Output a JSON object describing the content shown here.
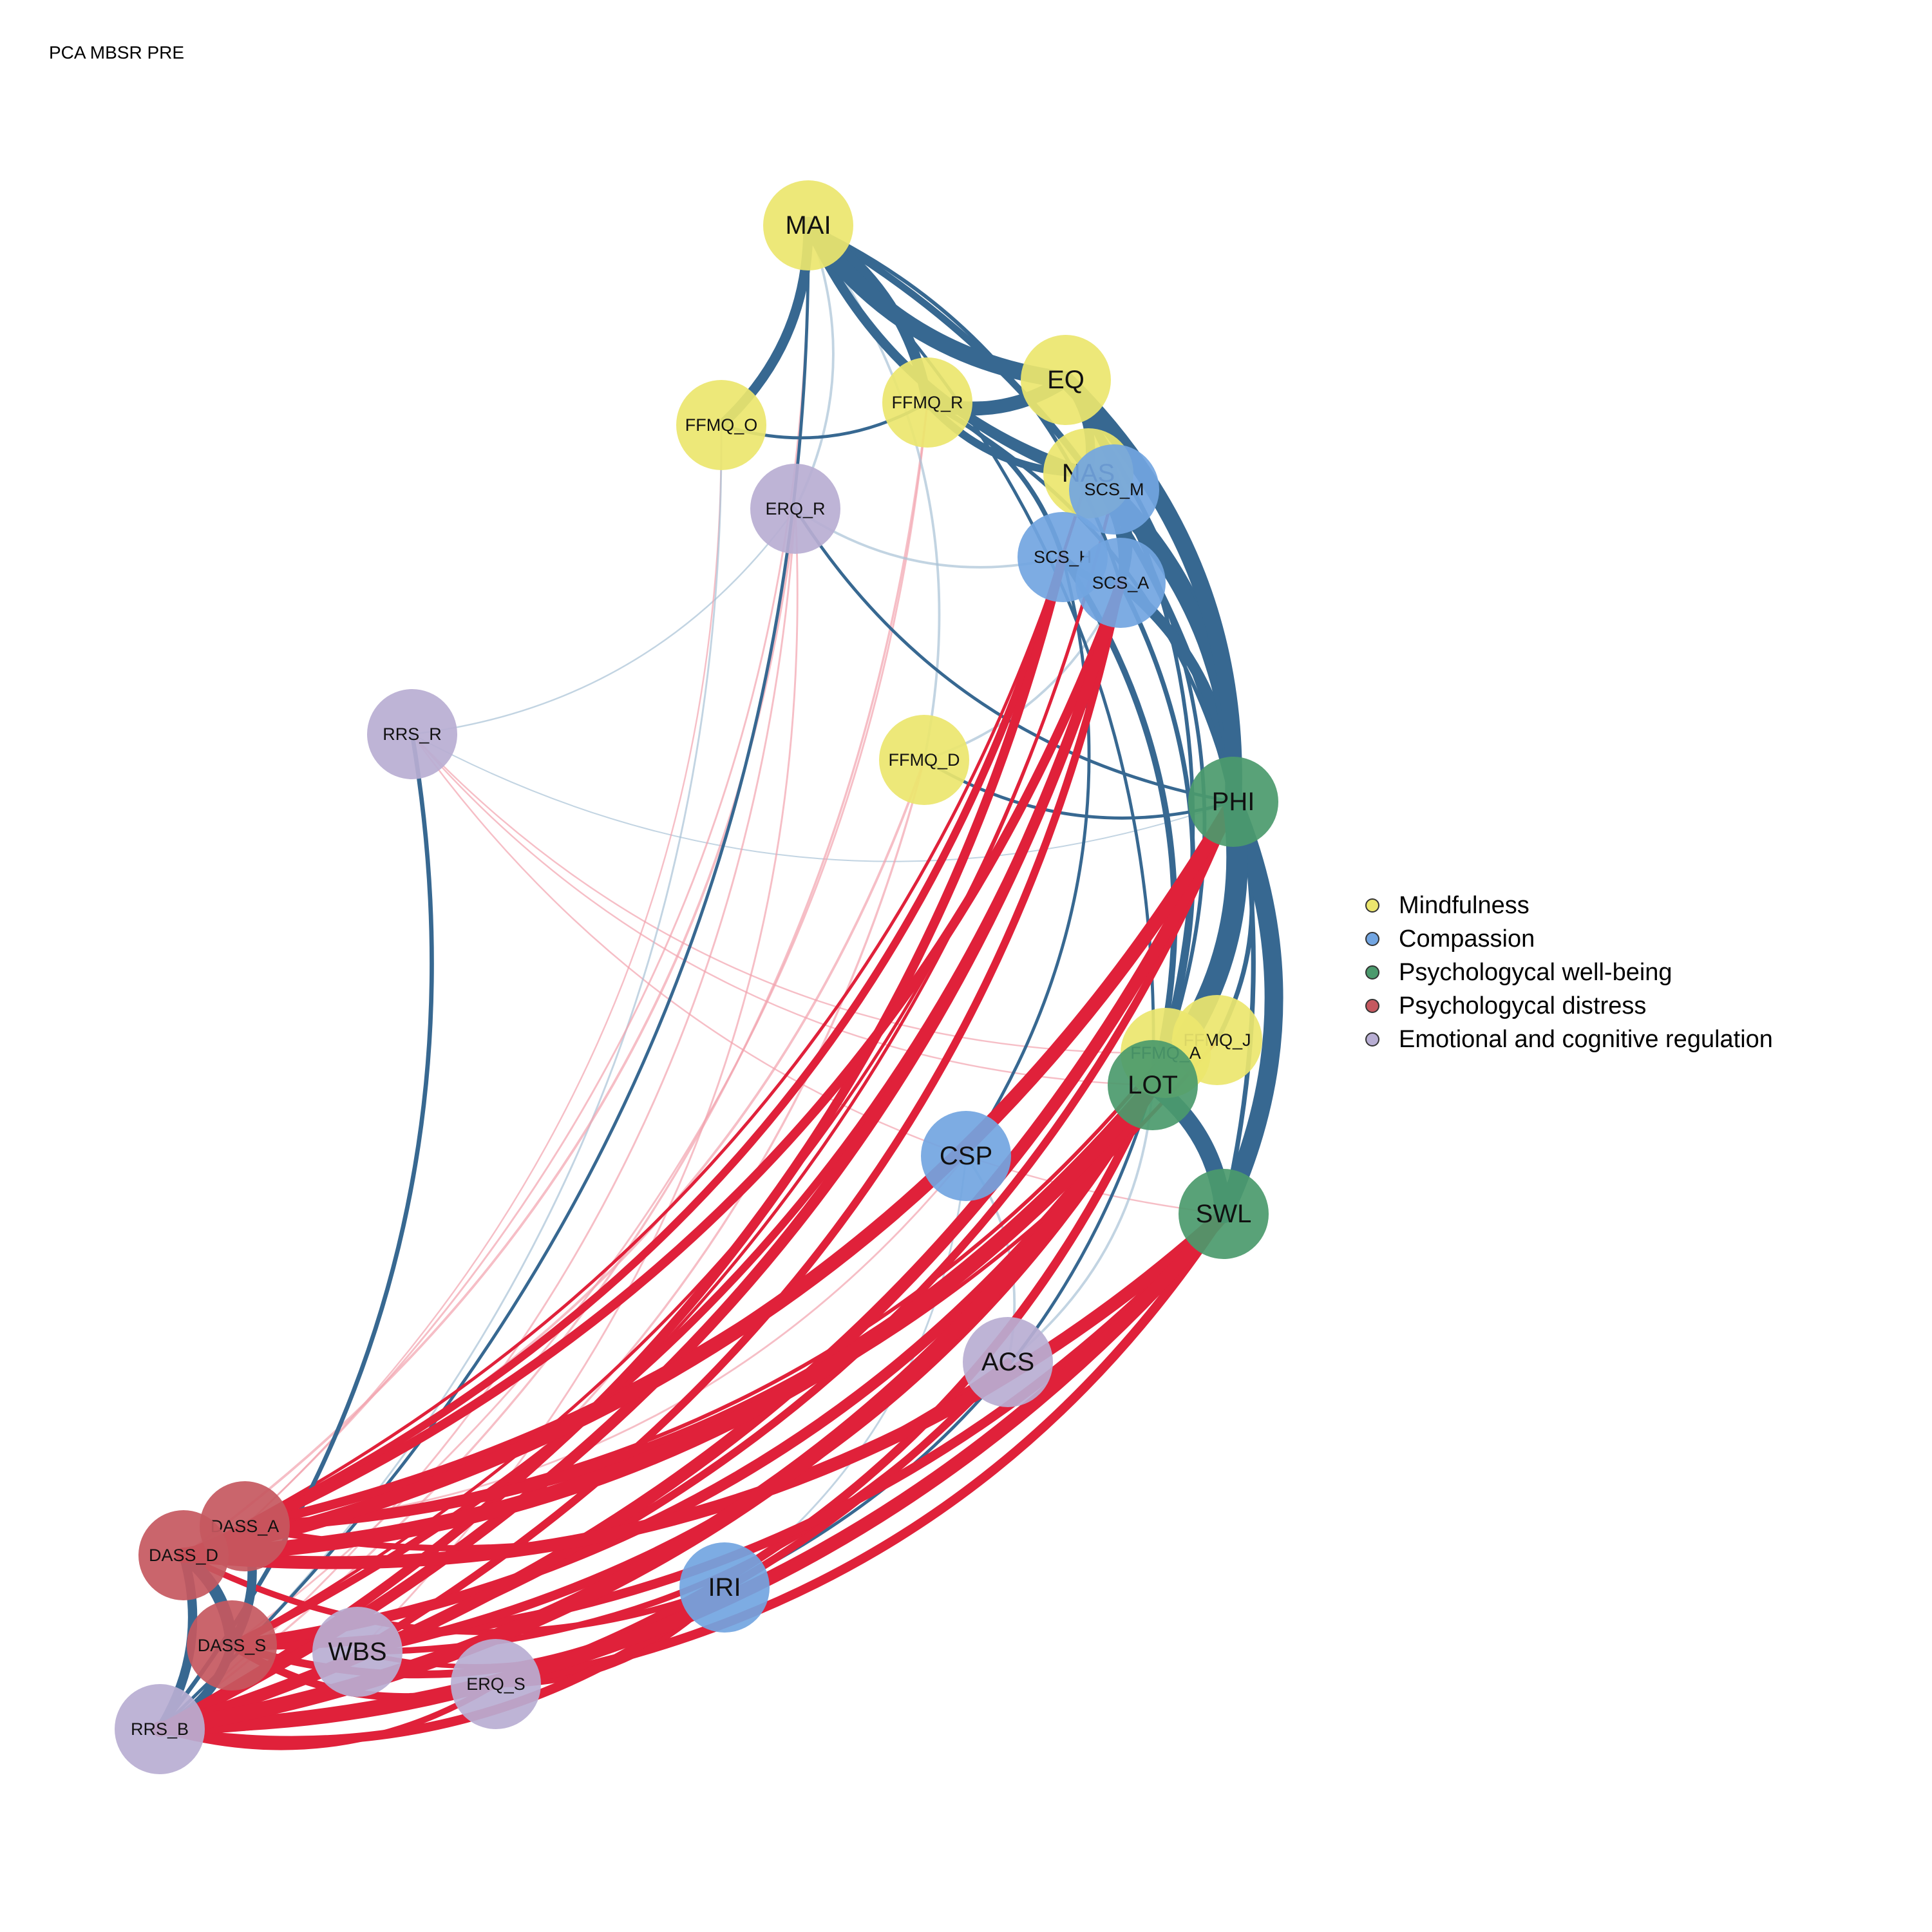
{
  "title": "PCA MBSR PRE",
  "colors": {
    "positive": "#376891",
    "negative": "#e0213a",
    "positive_faint": "#a8c2d6",
    "negative_faint": "#f2a3ae"
  },
  "legend": [
    {
      "label": "Mindfulness",
      "color": "#ece66e"
    },
    {
      "label": "Compassion",
      "color": "#72a5e1"
    },
    {
      "label": "Psychologycal well-being",
      "color": "#4b9a6d"
    },
    {
      "label": "Psychologycal distress",
      "color": "#c5585f"
    },
    {
      "label": "Emotional and cognitive regulation",
      "color": "#b8aed3"
    }
  ],
  "nodes": [
    {
      "id": "MAI",
      "group": 0,
      "big": true
    },
    {
      "id": "EQ",
      "group": 0,
      "big": true
    },
    {
      "id": "FFMQ_R",
      "group": 0,
      "big": false
    },
    {
      "id": "FFMQ_O",
      "group": 0,
      "big": false
    },
    {
      "id": "ERQ_R",
      "group": 4,
      "big": false
    },
    {
      "id": "NAS",
      "group": 0,
      "big": true
    },
    {
      "id": "SCS_M",
      "group": 1,
      "big": false
    },
    {
      "id": "SCS_H",
      "group": 1,
      "big": false
    },
    {
      "id": "SCS_A",
      "group": 1,
      "big": false
    },
    {
      "id": "RRS_R",
      "group": 4,
      "big": false
    },
    {
      "id": "FFMQ_D",
      "group": 0,
      "big": false
    },
    {
      "id": "PHI",
      "group": 2,
      "big": true
    },
    {
      "id": "FFMQ_J",
      "group": 0,
      "big": false
    },
    {
      "id": "FFMQ_A",
      "group": 0,
      "big": false
    },
    {
      "id": "LOT",
      "group": 2,
      "big": true
    },
    {
      "id": "CSP",
      "group": 1,
      "big": true
    },
    {
      "id": "SWL",
      "group": 2,
      "big": true
    },
    {
      "id": "ACS",
      "group": 4,
      "big": true
    },
    {
      "id": "IRI",
      "group": 1,
      "big": true
    },
    {
      "id": "DASS_A",
      "group": 3,
      "big": false
    },
    {
      "id": "DASS_D",
      "group": 3,
      "big": false
    },
    {
      "id": "DASS_S",
      "group": 3,
      "big": false
    },
    {
      "id": "WBS",
      "group": 4,
      "big": true
    },
    {
      "id": "ERQ_S",
      "group": 4,
      "big": false
    },
    {
      "id": "RRS_B",
      "group": 4,
      "big": false
    }
  ],
  "edges": [
    [
      "MAI",
      "EQ",
      0.55
    ],
    [
      "MAI",
      "FFMQ_O",
      0.32
    ],
    [
      "MAI",
      "FFMQ_R",
      0.35
    ],
    [
      "MAI",
      "NAS",
      0.3
    ],
    [
      "MAI",
      "SCS_M",
      0.18
    ],
    [
      "MAI",
      "PHI",
      0.22
    ],
    [
      "MAI",
      "SCS_A",
      0.12
    ],
    [
      "MAI",
      "ERQ_R",
      0.08
    ],
    [
      "MAI",
      "FFMQ_D",
      0.08
    ],
    [
      "MAI",
      "LOT",
      0.1
    ],
    [
      "EQ",
      "FFMQ_R",
      0.45
    ],
    [
      "EQ",
      "PHI",
      0.55
    ],
    [
      "EQ",
      "NAS",
      0.3
    ],
    [
      "EQ",
      "SCS_A",
      0.2
    ],
    [
      "EQ",
      "SWL",
      0.15
    ],
    [
      "EQ",
      "LOT",
      0.12
    ],
    [
      "FFMQ_R",
      "NAS",
      0.25
    ],
    [
      "FFMQ_R",
      "SCS_H",
      0.15
    ],
    [
      "FFMQ_R",
      "FFMQ_O",
      0.1
    ],
    [
      "FFMQ_R",
      "PHI",
      0.12
    ],
    [
      "NAS",
      "PHI",
      0.5
    ],
    [
      "NAS",
      "SCS_A",
      0.2
    ],
    [
      "SCS_M",
      "SCS_A",
      0.3
    ],
    [
      "SCS_H",
      "SCS_A",
      0.25
    ],
    [
      "SCS_M",
      "PHI",
      0.3
    ],
    [
      "SCS_A",
      "PHI",
      0.35
    ],
    [
      "SCS_H",
      "LOT",
      0.2
    ],
    [
      "SCS_A",
      "LOT",
      0.15
    ],
    [
      "SCS_M",
      "FFMQ_A",
      0.12
    ],
    [
      "PHI",
      "LOT",
      0.7
    ],
    [
      "PHI",
      "SWL",
      0.6
    ],
    [
      "LOT",
      "SWL",
      0.55
    ],
    [
      "PHI",
      "FFMQ_J",
      0.15
    ],
    [
      "PHI",
      "FFMQ_A",
      0.15
    ],
    [
      "FFMQ_D",
      "PHI",
      0.1
    ],
    [
      "FFMQ_D",
      "SCS_A",
      0.08
    ],
    [
      "ERQ_R",
      "PHI",
      0.1
    ],
    [
      "ERQ_R",
      "SCS_H",
      0.08
    ],
    [
      "RRS_R",
      "RRS_B",
      0.14
    ],
    [
      "RRS_R",
      "ERQ_R",
      0.05
    ],
    [
      "RRS_R",
      "PHI",
      0.04
    ],
    [
      "DASS_D",
      "DASS_S",
      0.4
    ],
    [
      "DASS_A",
      "DASS_S",
      0.3
    ],
    [
      "DASS_D",
      "RRS_B",
      0.3
    ],
    [
      "DASS_S",
      "RRS_B",
      0.3
    ],
    [
      "DASS_A",
      "DASS_D",
      0.3
    ],
    [
      "CSP",
      "SCS_H",
      0.1
    ],
    [
      "CSP",
      "ACS",
      0.08
    ],
    [
      "IRI",
      "LOT",
      0.1
    ],
    [
      "IRI",
      "CSP",
      0.06
    ],
    [
      "ACS",
      "LOT",
      0.08
    ],
    [
      "MAI",
      "RRS_B",
      0.1
    ],
    [
      "FFMQ_O",
      "RRS_B",
      0.06
    ],
    [
      "RRS_B",
      "SCS_A",
      -0.35
    ],
    [
      "RRS_B",
      "LOT",
      -0.5
    ],
    [
      "RRS_B",
      "SWL",
      -0.45
    ],
    [
      "RRS_B",
      "PHI",
      -0.4
    ],
    [
      "RRS_B",
      "SCS_H",
      -0.3
    ],
    [
      "DASS_D",
      "LOT",
      -0.5
    ],
    [
      "DASS_D",
      "SWL",
      -0.42
    ],
    [
      "DASS_D",
      "PHI",
      -0.45
    ],
    [
      "DASS_D",
      "SCS_A",
      -0.3
    ],
    [
      "DASS_D",
      "IRI",
      -0.2
    ],
    [
      "DASS_A",
      "LOT",
      -0.35
    ],
    [
      "DASS_A",
      "SCS_H",
      -0.25
    ],
    [
      "DASS_A",
      "PHI",
      -0.3
    ],
    [
      "DASS_A",
      "ACS",
      -0.2
    ],
    [
      "DASS_S",
      "LOT",
      -0.35
    ],
    [
      "DASS_S",
      "SWL",
      -0.3
    ],
    [
      "DASS_S",
      "SCS_A",
      -0.25
    ],
    [
      "DASS_S",
      "ERQ_S",
      -0.25
    ],
    [
      "WBS",
      "LOT",
      -0.3
    ],
    [
      "WBS",
      "SCS_A",
      -0.25
    ],
    [
      "WBS",
      "PHI",
      -0.25
    ],
    [
      "WBS",
      "ACS",
      -0.2
    ],
    [
      "ERQ_S",
      "SWL",
      -0.3
    ],
    [
      "ERQ_S",
      "LOT",
      -0.28
    ],
    [
      "ERQ_S",
      "IRI",
      -0.2
    ],
    [
      "IRI",
      "WBS",
      -0.15
    ],
    [
      "RRS_B",
      "IRI",
      -0.3
    ],
    [
      "RRS_B",
      "ERQ_S",
      -0.2
    ],
    [
      "DASS_S",
      "IRI",
      -0.25
    ],
    [
      "RRS_B",
      "ACS",
      -0.25
    ],
    [
      "RRS_R",
      "LOT",
      -0.05
    ],
    [
      "RRS_R",
      "SWL",
      -0.05
    ],
    [
      "RRS_R",
      "FFMQ_A",
      -0.05
    ],
    [
      "MAI",
      "DASS_A",
      -0.06
    ],
    [
      "ERQ_R",
      "DASS_D",
      -0.08
    ],
    [
      "FFMQ_R",
      "DASS_S",
      -0.06
    ],
    [
      "ERQ_R",
      "RRS_B",
      -0.06
    ],
    [
      "FFMQ_D",
      "DASS_D",
      -0.08
    ],
    [
      "FFMQ_O",
      "DASS_A",
      -0.05
    ],
    [
      "NAS",
      "DASS_D",
      -0.1
    ],
    [
      "SCS_M",
      "DASS_S",
      -0.1
    ],
    [
      "ERQ_R",
      "WBS",
      -0.06
    ],
    [
      "FFMQ_D",
      "RRS_B",
      -0.07
    ],
    [
      "CSP",
      "DASS_A",
      -0.06
    ],
    [
      "FFMQ_J",
      "DASS_D",
      -0.12
    ],
    [
      "FFMQ_A",
      "DASS_A",
      -0.12
    ],
    [
      "SCS_M",
      "RRS_B",
      -0.1
    ],
    [
      "FFMQ_R",
      "RRS_B",
      -0.07
    ]
  ]
}
